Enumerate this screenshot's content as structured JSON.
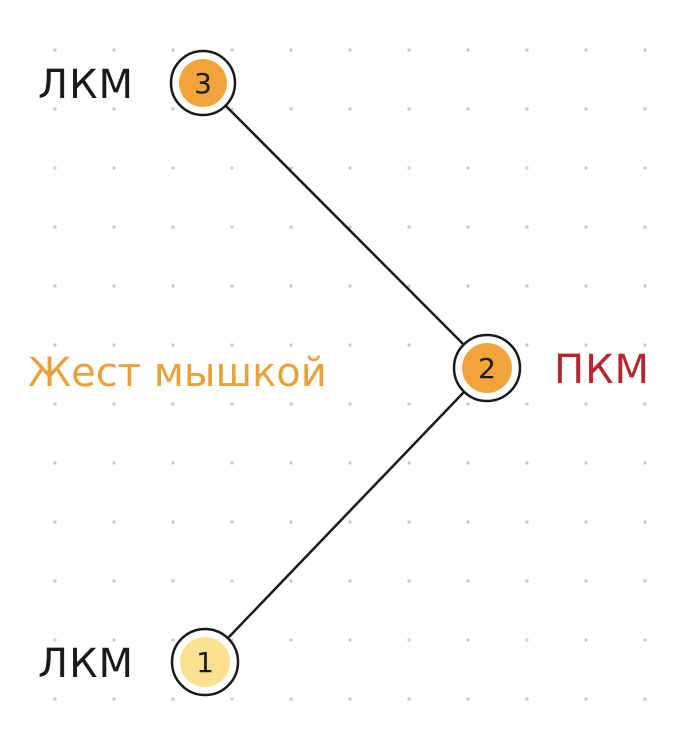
{
  "diagram": {
    "title": "Жест мышкой",
    "colors": {
      "title": "#e9a13b",
      "right_click_label": "#b4282b",
      "left_click_label": "#1a1a1a",
      "line": "#1a1a1a",
      "node_ring": "#1a1a1a",
      "node_fill_light": "#fbe08f",
      "node_fill_strong": "#f0a43a",
      "grid_dots": "#c8c8c8"
    },
    "nodes": [
      {
        "number": "1",
        "label": "ЛКМ",
        "button": "left"
      },
      {
        "number": "2",
        "label": "ПКМ",
        "button": "right"
      },
      {
        "number": "3",
        "label": "ЛКМ",
        "button": "left"
      }
    ]
  }
}
